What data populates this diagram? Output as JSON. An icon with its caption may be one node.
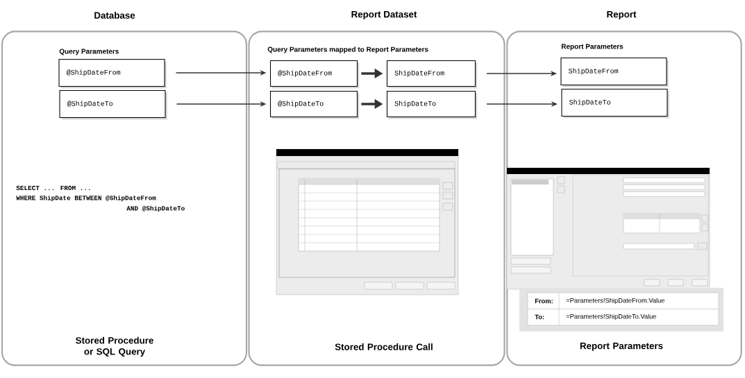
{
  "diagram": {
    "nodes": [
      {
        "text": [
          "Database",
          "Stored Procedure or SQL Query"
        ]
      },
      {
        "text": [
          "Report Dataset",
          "Stored Procedure Call"
        ]
      },
      {
        "text": [
          "Report",
          "Report Parameters"
        ]
      },
      {
        "text": [
          "@ShipDateFrom"
        ],
        "in": 0
      },
      {
        "text": [
          "@ShipDateTo"
        ],
        "in": 0
      },
      {
        "text": [
          "@ShipDateFrom"
        ],
        "in": 1
      },
      {
        "text": [
          "@ShipDateTo"
        ],
        "in": 1
      },
      {
        "text": [
          "ShipDateFrom"
        ],
        "in": 1
      },
      {
        "text": [
          "ShipDateTo"
        ],
        "in": 1
      },
      {
        "text": [
          "ShipDateFrom"
        ],
        "in": 2
      },
      {
        "text": [
          "ShipDateTo"
        ],
        "in": 2
      }
    ],
    "edges": [
      {
        "from": 3,
        "to": 5,
        "arrow": "to"
      },
      {
        "from": 4,
        "to": 6,
        "arrow": "to"
      },
      {
        "from": 5,
        "to": 7,
        "arrow": "to",
        "style": "thick"
      },
      {
        "from": 6,
        "to": 8,
        "arrow": "to",
        "style": "thick"
      },
      {
        "from": 7,
        "to": 9,
        "arrow": "to"
      },
      {
        "from": 8,
        "to": 10,
        "arrow": "to"
      }
    ],
    "labels": [
      "Query Parameters",
      "Query Parameters mapped to Report Parameters",
      "Report Parameters",
      "SELECT ... FROM ...",
      "WHERE ShipDate BETWEEN @ShipDateFrom",
      "AND @ShipDateTo",
      "From:",
      "=Parameters!ShipDateFrom.Value",
      "To:",
      "=Parameters!ShipDateTo.Value"
    ]
  }
}
